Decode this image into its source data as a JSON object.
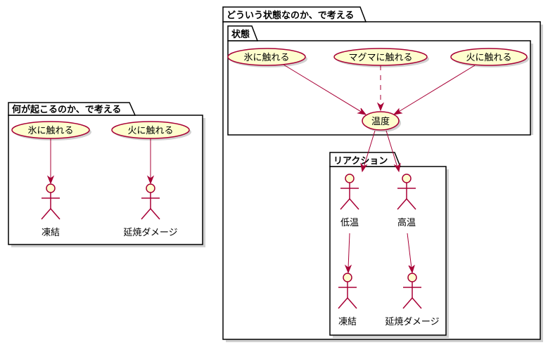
{
  "packages": {
    "left": {
      "title": "何が起こるのか、で考える"
    },
    "right": {
      "title": "どういう状態なのか、で考える"
    },
    "state": {
      "title": "状態"
    },
    "reaction": {
      "title": "リアクション"
    }
  },
  "left": {
    "usecase_ice": "氷に触れる",
    "usecase_fire": "火に触れる",
    "actor_freeze": "凍結",
    "actor_burn": "延焼ダメージ"
  },
  "state": {
    "usecase_ice": "氷に触れる",
    "usecase_magma": "マグマに触れる",
    "usecase_fire": "火に触れる",
    "usecase_temp": "温度"
  },
  "reaction": {
    "actor_low": "低温",
    "actor_high": "高温",
    "actor_freeze": "凍結",
    "actor_burn": "延焼ダメージ"
  },
  "edges": [
    {
      "from": "左:氷に触れる",
      "to": "左:凍結",
      "style": "solid"
    },
    {
      "from": "左:火に触れる",
      "to": "左:延焼ダメージ",
      "style": "solid"
    },
    {
      "from": "氷に触れる",
      "to": "温度",
      "style": "solid"
    },
    {
      "from": "マグマに触れる",
      "to": "温度",
      "style": "dashed"
    },
    {
      "from": "火に触れる",
      "to": "温度",
      "style": "solid"
    },
    {
      "from": "温度",
      "to": "低温",
      "style": "solid"
    },
    {
      "from": "温度",
      "to": "高温",
      "style": "solid"
    },
    {
      "from": "低温",
      "to": "凍結",
      "style": "solid"
    },
    {
      "from": "高温",
      "to": "延焼ダメージ",
      "style": "solid"
    }
  ],
  "colors": {
    "usecase_fill": "#FEFECE",
    "border": "#A80036",
    "package_border": "#000000"
  }
}
